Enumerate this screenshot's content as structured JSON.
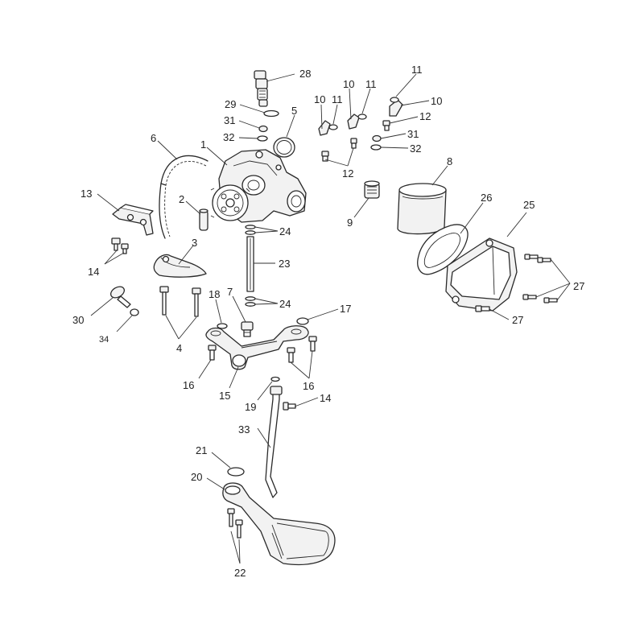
{
  "callouts": [
    {
      "id": "c28",
      "text": "28"
    },
    {
      "id": "c29",
      "text": "29"
    },
    {
      "id": "c31a",
      "text": "31"
    },
    {
      "id": "c32a",
      "text": "32"
    },
    {
      "id": "c5",
      "text": "5"
    },
    {
      "id": "c6",
      "text": "6"
    },
    {
      "id": "c1",
      "text": "1"
    },
    {
      "id": "c13",
      "text": "13"
    },
    {
      "id": "c2",
      "text": "2"
    },
    {
      "id": "c3",
      "text": "3"
    },
    {
      "id": "c14a",
      "text": "14"
    },
    {
      "id": "c30",
      "text": "30"
    },
    {
      "id": "c34",
      "text": "34"
    },
    {
      "id": "c4",
      "text": "4"
    },
    {
      "id": "c24a",
      "text": "24"
    },
    {
      "id": "c23",
      "text": "23"
    },
    {
      "id": "c24b",
      "text": "24"
    },
    {
      "id": "c18",
      "text": "18"
    },
    {
      "id": "c7",
      "text": "7"
    },
    {
      "id": "c17",
      "text": "17"
    },
    {
      "id": "c16a",
      "text": "16"
    },
    {
      "id": "c15",
      "text": "15"
    },
    {
      "id": "c16b",
      "text": "16"
    },
    {
      "id": "c19",
      "text": "19"
    },
    {
      "id": "c14b",
      "text": "14"
    },
    {
      "id": "c33",
      "text": "33"
    },
    {
      "id": "c21",
      "text": "21"
    },
    {
      "id": "c20",
      "text": "20"
    },
    {
      "id": "c22",
      "text": "22"
    },
    {
      "id": "c10a",
      "text": "10"
    },
    {
      "id": "c11a",
      "text": "11"
    },
    {
      "id": "c10b",
      "text": "10"
    },
    {
      "id": "c11b",
      "text": "11"
    },
    {
      "id": "c11c",
      "text": "11"
    },
    {
      "id": "c10c",
      "text": "10"
    },
    {
      "id": "c12a",
      "text": "12"
    },
    {
      "id": "c31b",
      "text": "31"
    },
    {
      "id": "c32b",
      "text": "32"
    },
    {
      "id": "c12b",
      "text": "12"
    },
    {
      "id": "c8",
      "text": "8"
    },
    {
      "id": "c9",
      "text": "9"
    },
    {
      "id": "c26",
      "text": "26"
    },
    {
      "id": "c25",
      "text": "25"
    },
    {
      "id": "c27a",
      "text": "27"
    },
    {
      "id": "c27b",
      "text": "27"
    }
  ]
}
